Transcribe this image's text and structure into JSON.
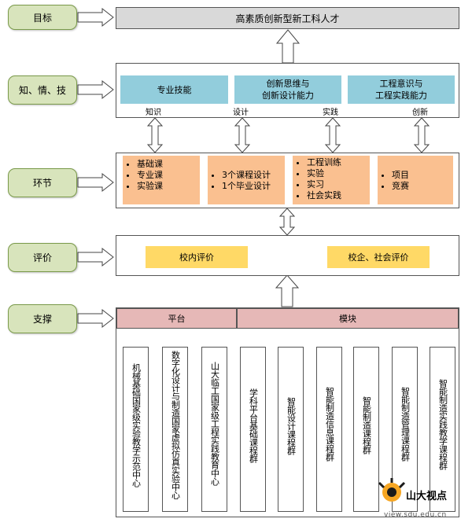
{
  "rows": {
    "goal": "目标",
    "knowledge": "知、情、技",
    "links": "环节",
    "eval": "评价",
    "support": "支撑"
  },
  "goal_text": "高素质创新型新工科人才",
  "abilities": [
    "专业技能",
    "创新思维与\n创新设计能力",
    "工程意识与\n工程实践能力"
  ],
  "ability_labels": [
    "知识",
    "设计",
    "实践",
    "创新"
  ],
  "segments": [
    [
      "基础课",
      "专业课",
      "实验课"
    ],
    [
      "3个课程设计",
      "1个毕业设计"
    ],
    [
      "工程训练",
      "实验",
      "实习",
      "社会实践"
    ],
    [
      "项目",
      "竞赛"
    ]
  ],
  "evaluations": [
    "校内评价",
    "校企、社会评价"
  ],
  "platform_header": "平台",
  "module_header": "模块",
  "platforms": [
    "机械基础国家级实验教学示范中心",
    "数字化设计与制造国家虚拟仿真实验中心",
    "山大临工国家级工程实践教育中心"
  ],
  "modules": [
    "学科平台基础课程群",
    "智能设计课程群",
    "智能制造信息课程群",
    "智能制造课程群",
    "智能制造管理课程群",
    "智能制造实践教学课程群"
  ],
  "watermark": {
    "name": "山大视点",
    "url": "view.sdu.edu.cn"
  },
  "colors": {
    "label": "#d8e4bc",
    "teal": "#92cddc",
    "orange": "#fac090",
    "yellow": "#ffd966",
    "red": "#e6b8b7"
  }
}
